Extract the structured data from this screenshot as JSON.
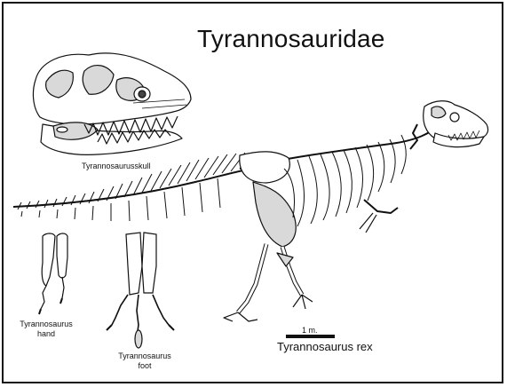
{
  "figure": {
    "title": "Tyrannosauridae",
    "captions": {
      "skull": "Tyrannosaurusskull",
      "hand": "Tyrannosaurus hand",
      "foot": "Tyrannosaurus foot",
      "species": "Tyrannosaurus rex"
    },
    "scale_bar": {
      "label": "1 m."
    }
  }
}
